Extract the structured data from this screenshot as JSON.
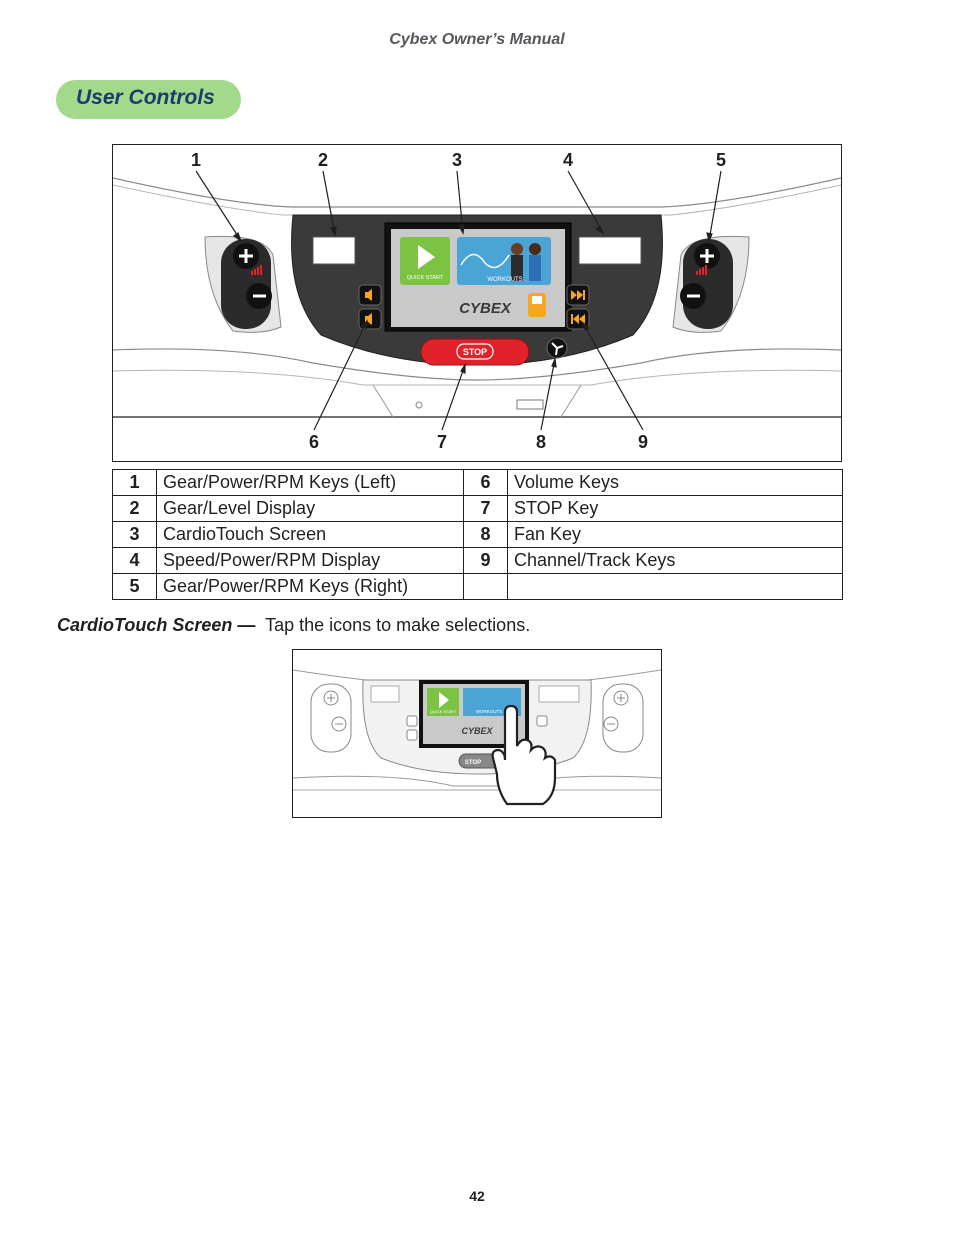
{
  "header": {
    "running_title": "Cybex Owner’s Manual"
  },
  "section": {
    "title": "User Controls"
  },
  "figure1": {
    "callouts_top": [
      "1",
      "2",
      "3",
      "4",
      "5"
    ],
    "callouts_bottom": [
      "6",
      "7",
      "8",
      "9"
    ],
    "screen": {
      "quick_start": "QUICK START",
      "workouts": "WORKOUTS",
      "brand": "CYBEX"
    },
    "stop_label": "STOP"
  },
  "legend": [
    {
      "num": "1",
      "desc": "Gear/Power/RPM Keys (Left)",
      "num2": "6",
      "desc2": "Volume Keys"
    },
    {
      "num": "2",
      "desc": "Gear/Level Display",
      "num2": "7",
      "desc2": "STOP Key"
    },
    {
      "num": "3",
      "desc": "CardioTouch Screen",
      "num2": "8",
      "desc2": "Fan Key"
    },
    {
      "num": "4",
      "desc": "Speed/Power/RPM Display",
      "num2": "9",
      "desc2": "Channel/Track Keys"
    },
    {
      "num": "5",
      "desc": "Gear/Power/RPM Keys (Right)",
      "num2": "",
      "desc2": ""
    }
  ],
  "caption": {
    "lead": "CardioTouch Screen —",
    "text": "Tap the icons to make selections."
  },
  "figure2": {
    "quick_start": "QUICK START",
    "workouts": "WORKOUTS",
    "brand": "CYBEX",
    "stop_label": "STOP"
  },
  "footer": {
    "page_number": "42"
  },
  "colors": {
    "accent_pill": "#a3d98b",
    "title_blue": "#1d3c6d",
    "stop_red": "#e2222a"
  }
}
